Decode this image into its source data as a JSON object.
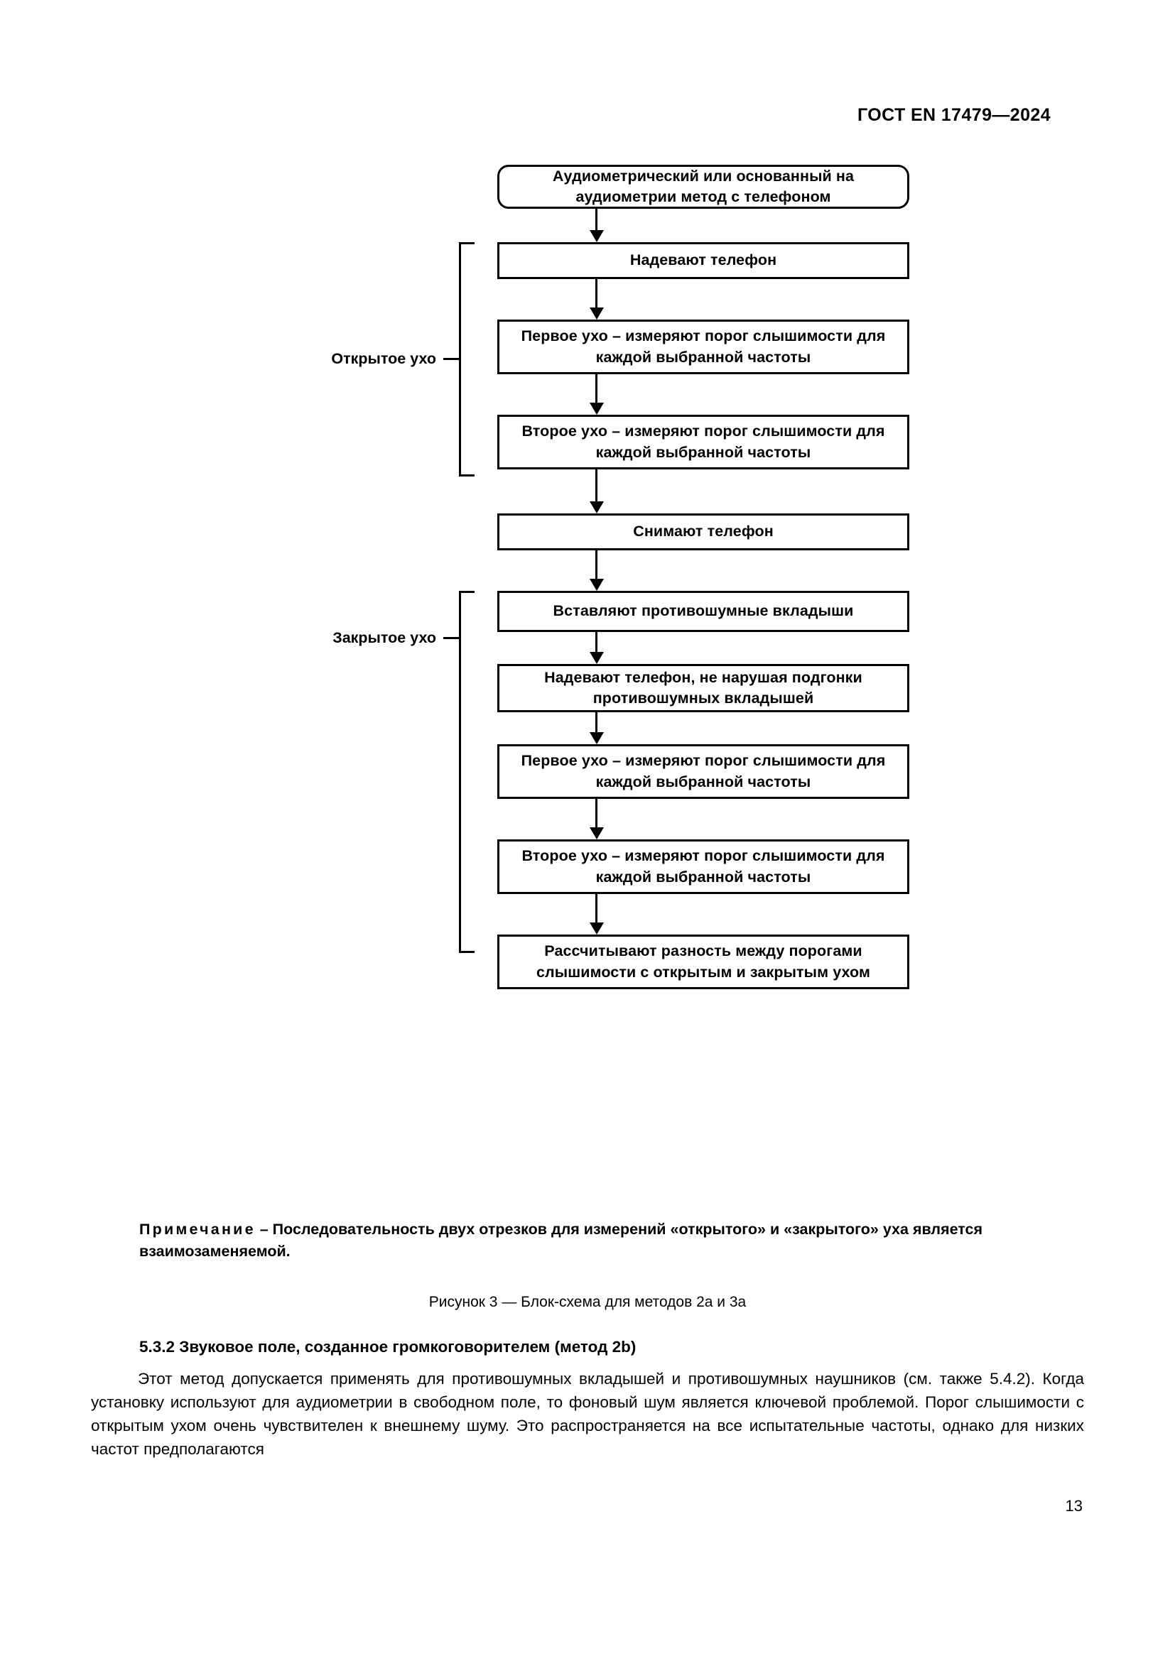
{
  "header": {
    "standard": "ГОСТ EN 17479—2024"
  },
  "figure": {
    "nodes": [
      {
        "id": "start",
        "text": "Аудиометрический или основанный на аудиометрии метод с телефоном"
      },
      {
        "id": "don-phone",
        "text": "Надевают телефон"
      },
      {
        "id": "open-first-ear",
        "text": "Первое ухо – измеряют порог слышимости для каждой выбранной частоты"
      },
      {
        "id": "open-second-ear",
        "text": "Второе ухо – измеряют порог слышимости для каждой выбранной частоты"
      },
      {
        "id": "doff-phone",
        "text": "Снимают телефон"
      },
      {
        "id": "insert-plugs",
        "text": "Вставляют противошумные вкладыши"
      },
      {
        "id": "don-phone-fit",
        "text": "Надевают телефон, не нарушая подгонки противошумных вкладышей"
      },
      {
        "id": "occl-first-ear",
        "text": "Первое ухо – измеряют порог слышимости для каждой выбранной частоты"
      },
      {
        "id": "occl-second-ear",
        "text": "Второе ухо – измеряют порог слышимости для каждой выбранной частоты"
      },
      {
        "id": "calc-difference",
        "text": "Рассчитывают разность между порогами слышимости с открытым и закрытым ухом"
      }
    ],
    "brackets": [
      {
        "id": "open-ear",
        "label": "Открытое ухо"
      },
      {
        "id": "occluded-ear",
        "label": "Закрытое ухо"
      }
    ],
    "note": {
      "word": "Примечание",
      "body": " – Последовательность двух отрезков для измерений «открытого» и «закрытого» уха является взаимозаменяемой."
    },
    "caption": "Рисунок 3 — Блок-схема для методов 2a и 3a"
  },
  "content": {
    "section_heading": "5.3.2 Звуковое поле, созданное громкоговорителем (метод 2b)",
    "paragraph": "Этот метод допускается применять для противошумных вкладышей и противошумных наушников (см. также 5.4.2). Когда установку используют для аудиометрии в свободном поле, то фоновый шум является ключевой проблемой. Порог слышимости с открытым ухом очень чувствителен к внешнему шуму. Это распространяется на все испытательные частоты, однако для низких частот предполагаются"
  },
  "page_number": "13"
}
